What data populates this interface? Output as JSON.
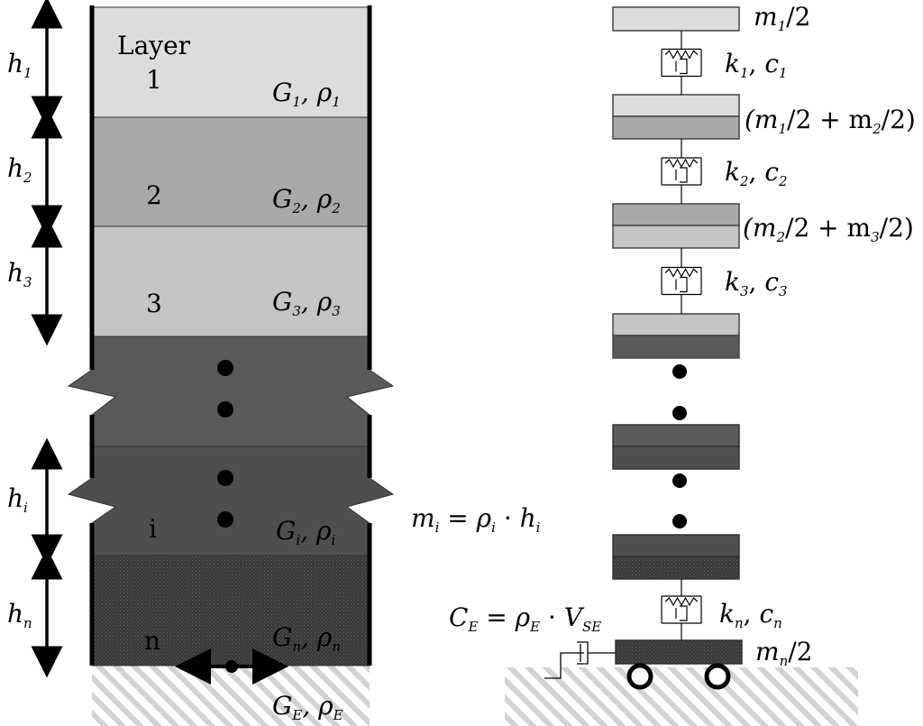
{
  "colors": {
    "layer1": "#dcdcdc",
    "layer2": "#a8a8a8",
    "layer3": "#c4c4c4",
    "layer_mid": "#5a5a5a",
    "layer_i": "#4f4f4f",
    "layer_n": "#3a3a3a",
    "bedrock_hatch": "#d2d2d2",
    "ink": "#000000"
  },
  "soil_column": {
    "header": "Layer",
    "layers": [
      {
        "index": "1",
        "G_sub": "1",
        "rho_sub": "1",
        "h_sub": "1"
      },
      {
        "index": "2",
        "G_sub": "2",
        "rho_sub": "2",
        "h_sub": "2"
      },
      {
        "index": "3",
        "G_sub": "3",
        "rho_sub": "3",
        "h_sub": "3"
      },
      {
        "index": "i",
        "G_sub": "i",
        "rho_sub": "i",
        "h_sub": "i"
      },
      {
        "index": "n",
        "G_sub": "n",
        "rho_sub": "n",
        "h_sub": "n"
      }
    ],
    "bedrock": {
      "G_sub": "E",
      "rho_sub": "E"
    },
    "mass_formula": {
      "lhs": "m",
      "lhs_sub": "i",
      "rho_sub": "i",
      "h_sub": "i"
    }
  },
  "lumped_model": {
    "masses": [
      {
        "label": "m",
        "sub": "1",
        "text": "/2"
      },
      {
        "label": "(m",
        "sub": "1",
        "text": "/2 + m",
        "sub2": "2",
        "text2": "/2)"
      },
      {
        "label": "(m",
        "sub": "2",
        "text": "/2 + m",
        "sub2": "3",
        "text2": "/2)"
      },
      {
        "label": "m",
        "sub": "n",
        "text": "/2"
      }
    ],
    "springs": [
      {
        "k_sub": "1",
        "c_sub": "1"
      },
      {
        "k_sub": "2",
        "c_sub": "2"
      },
      {
        "k_sub": "3",
        "c_sub": "3"
      },
      {
        "k_sub": "n",
        "c_sub": "n"
      }
    ],
    "base_dashpot": {
      "lhs": "C",
      "lhs_sub": "E",
      "rho_sub": "E",
      "v": "V",
      "v_sub": "SE"
    }
  },
  "symbols": {
    "G": "G",
    "rho": "ρ",
    "h": "h",
    "k": "k",
    "c": "c",
    "dot": "·",
    "eq": "="
  }
}
